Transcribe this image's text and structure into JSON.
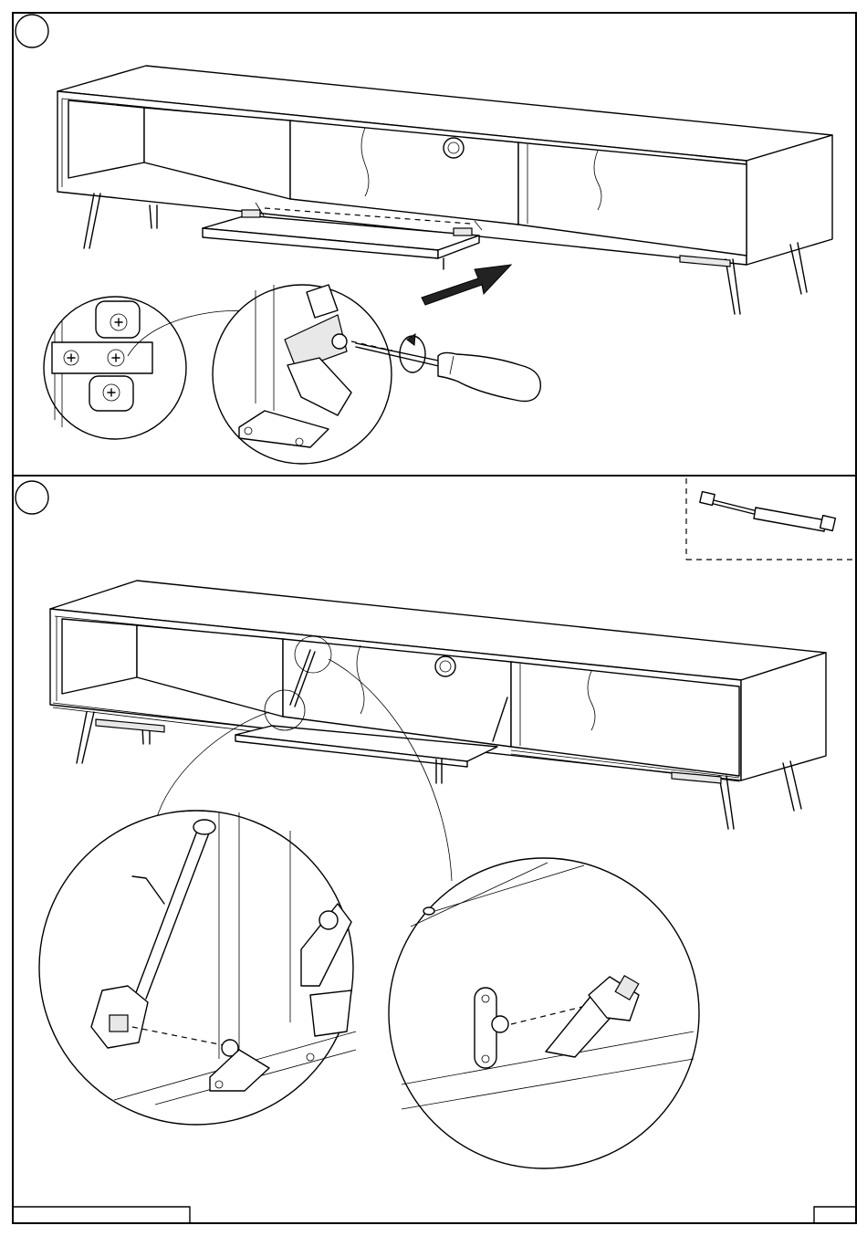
{
  "document": {
    "type": "assembly-instructions",
    "steps": [
      {
        "number": "",
        "content": "flap-door-hinge-attachment"
      },
      {
        "number": "",
        "content": "gas-strut-installation"
      }
    ],
    "footer": {
      "left_box": "",
      "right_box": ""
    }
  },
  "icons": [
    "screwdriver-icon",
    "rotate-arrow-icon",
    "push-arrow-icon",
    "gas-strut-part-icon"
  ]
}
